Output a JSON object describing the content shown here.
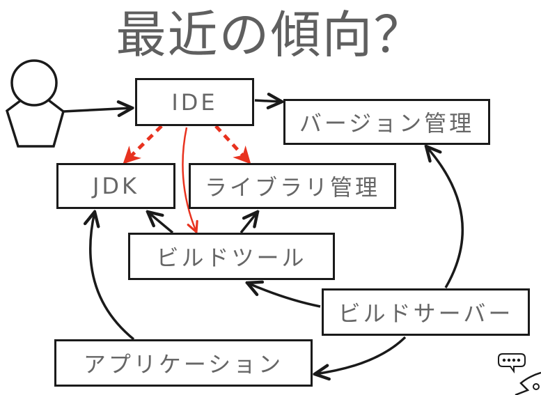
{
  "title": "最近の傾向？",
  "nodes": {
    "user": {
      "label": "",
      "icon": "user-icon"
    },
    "ide": {
      "label": "IDE"
    },
    "version_control": {
      "label": "バージョン管理"
    },
    "jdk": {
      "label": "JDK"
    },
    "library_management": {
      "label": "ライブラリ管理"
    },
    "build_tool": {
      "label": "ビルドツール"
    },
    "build_server": {
      "label": "ビルドサーバー"
    },
    "application": {
      "label": "アプリケーション"
    }
  },
  "edges": [
    {
      "from": "user",
      "to": "ide",
      "style": "solid",
      "color": "#1a1a1a"
    },
    {
      "from": "ide",
      "to": "version_control",
      "style": "solid",
      "color": "#1a1a1a"
    },
    {
      "from": "ide",
      "to": "jdk",
      "style": "dashed",
      "color": "#e8321f"
    },
    {
      "from": "ide",
      "to": "library_management",
      "style": "dashed",
      "color": "#e8321f"
    },
    {
      "from": "ide",
      "to": "build_tool",
      "style": "solid-curved",
      "color": "#e8321f"
    },
    {
      "from": "build_tool",
      "to": "jdk",
      "style": "solid",
      "color": "#1a1a1a"
    },
    {
      "from": "build_tool",
      "to": "library_management",
      "style": "solid",
      "color": "#1a1a1a"
    },
    {
      "from": "build_server",
      "to": "build_tool",
      "style": "solid-curved",
      "color": "#1a1a1a"
    },
    {
      "from": "build_server",
      "to": "version_control",
      "style": "solid-curved",
      "color": "#1a1a1a"
    },
    {
      "from": "build_server",
      "to": "application",
      "style": "solid-curved",
      "color": "#1a1a1a"
    },
    {
      "from": "application",
      "to": "jdk",
      "style": "solid-curved",
      "color": "#1a1a1a"
    }
  ],
  "decoration": {
    "icon": "speech-bubble-icon",
    "bubble_text": "...."
  },
  "colors": {
    "ink": "#1a1a1a",
    "label": "#666666",
    "accent": "#e8321f",
    "title": "#5f5f5f"
  }
}
